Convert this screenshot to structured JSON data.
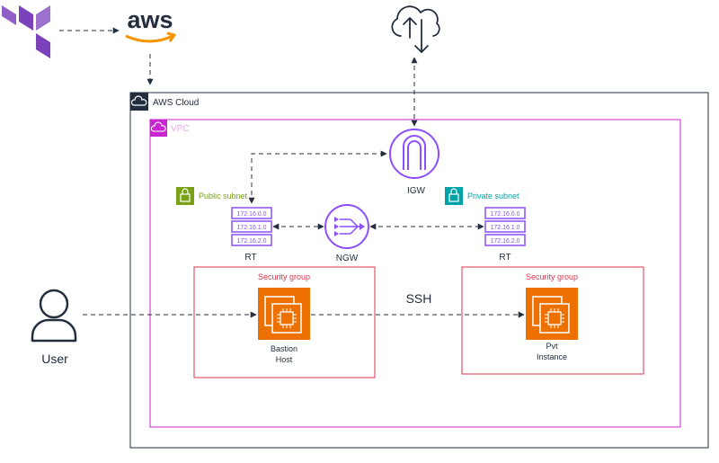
{
  "brand": {
    "terraform_color": "#7B42BC",
    "aws_text": "aws",
    "aws_text_color": "#232F3E",
    "aws_smile_color": "#F79400"
  },
  "colors": {
    "cloud_border": "#232F3E",
    "vpc_border": "#C925D1",
    "public_subnet": "#7AA116",
    "private_subnet": "#00A4A6",
    "network": "#8C4FFF",
    "security_group": "#DD344C",
    "ec2": "#ED7100",
    "line": "#232F3E"
  },
  "cloud": {
    "label": "AWS Cloud"
  },
  "vpc": {
    "label": "VPC"
  },
  "internet": {
    "icon": "internet-upload-download-icon"
  },
  "igw": {
    "label": "IGW"
  },
  "nat": {
    "label": "NGW"
  },
  "public_subnet": {
    "label": "Public subnet"
  },
  "private_subnet": {
    "label": "Private subnet"
  },
  "route_table": {
    "entries": [
      "172.16.0.0",
      "172.16.1.0",
      "172.16.2.0"
    ],
    "public_label": "RT",
    "private_label": "RT"
  },
  "bastion_sg": {
    "label": "Security group"
  },
  "private_sg": {
    "label": "Security group"
  },
  "bastion": {
    "label_line1": "Bastion",
    "label_line2": "Host"
  },
  "pvt": {
    "label_line1": "Pvt",
    "label_line2": "Instance"
  },
  "ssh": {
    "label": "SSH"
  },
  "user": {
    "label": "User"
  }
}
